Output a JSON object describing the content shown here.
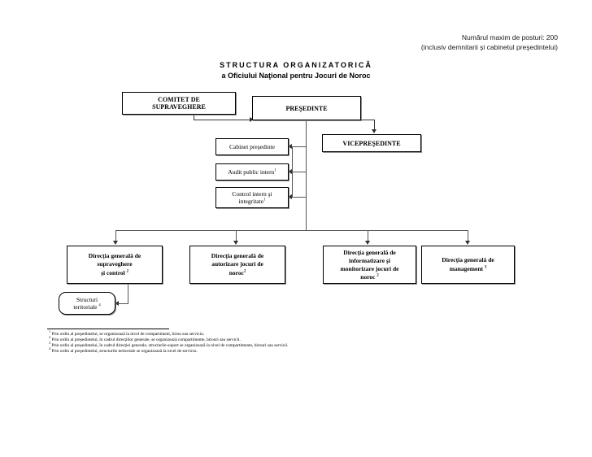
{
  "header": {
    "note_line1": "Numărul maxim de posturi: 200",
    "note_line2": "(inclusiv demnitarii şi cabinetul preşedintelui)"
  },
  "title": {
    "line1": "STRUCTURA ORGANIZATORICĂ",
    "line2": "a Oficiului Naţional pentru Jocuri de Noroc"
  },
  "nodes": {
    "comitet": {
      "line1": "COMITET DE",
      "line2": "SUPRAVEGHERE"
    },
    "presedinte": {
      "label": "PREŞEDINTE"
    },
    "vicepresedinte": {
      "label": "VICEPREŞEDINTE"
    },
    "cabinet": {
      "label": "Cabinet preşedinte"
    },
    "audit": {
      "label": "Audit public intern",
      "sup": "1"
    },
    "control": {
      "line1": "Control intern şi",
      "line2": "integritate",
      "sup": "1"
    },
    "dg_supraveghere": {
      "line1": "Direcţia generală de",
      "line2": "supraveghere",
      "line3": "şi control ",
      "sup": "2"
    },
    "dg_autorizare": {
      "line1": "Direcţia generală de",
      "line2": "autorizare jocuri de",
      "line3": "noroc",
      "sup": "2"
    },
    "dg_informatizare": {
      "line1": "Direcţia generală de",
      "line2": "informatizare şi",
      "line3": "monitorizare jocuri de",
      "line4": "noroc ",
      "sup": "2"
    },
    "dg_management": {
      "line1": "Direcţia generală de",
      "line2": "management ",
      "sup": "3"
    },
    "structuri": {
      "line1": "Structuri",
      "line2": "teritoriale ",
      "sup": "4"
    }
  },
  "footnotes": [
    {
      "mark": "1",
      "text": "Prin ordin al preşedintelui, se organizează la nivel de compartiment, birou sau serviciu."
    },
    {
      "mark": "2",
      "text": "Prin ordin al preşedintelui, în cadrul direcţiilor generale, se organizează compartimente, birouri sau servicii."
    },
    {
      "mark": "3",
      "text": "Prin ordin al preşedintelui, în cadrul direcţiei generale, structurile-suport se organizează la nivel de compartimente, birouri sau servicii."
    },
    {
      "mark": "4",
      "text": "Prin ordin al preşedintelui, structurile teritoriale se organizează la nivel de serviciu."
    }
  ]
}
